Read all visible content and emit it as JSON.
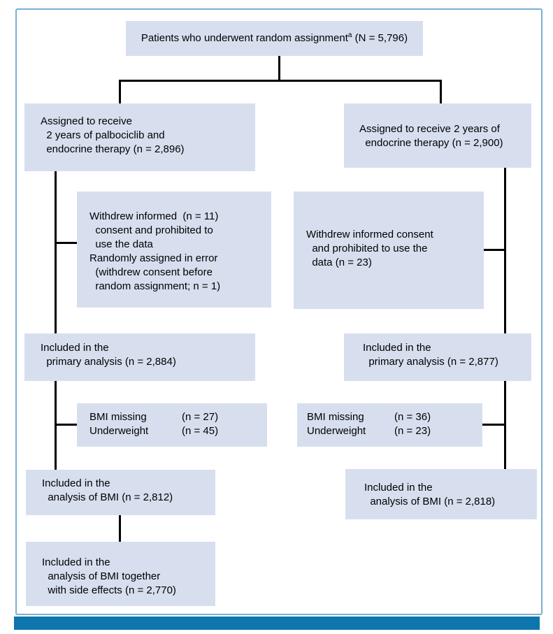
{
  "colors": {
    "box_fill": "#d7dfef",
    "frame_border": "#79b0d2",
    "bottom_bar": "#0e76ac",
    "connector": "#000000"
  },
  "top_box": {
    "text": "Patients who underwent random assignment",
    "superscript": "a",
    "suffix": " (N = 5,796)"
  },
  "left_arm": {
    "assigned": "Assigned to receive\n  2 years of palbociclib and\n  endocrine therapy (n = 2,896)",
    "withdrew": "Withdrew informed  (n = 11)\n  consent and prohibited to\n  use the data\nRandomly assigned in error\n  (withdrew consent before\n  random assignment; n = 1)",
    "primary_analysis": "Included in the\n  primary analysis (n = 2,884)",
    "exclusions": [
      {
        "label": "BMI missing",
        "value": "(n = 27)"
      },
      {
        "label": "Underweight",
        "value": "(n = 45)"
      }
    ],
    "bmi_analysis": "Included in the\n  analysis of BMI (n = 2,812)",
    "side_effects_analysis": "Included in the\n  analysis of BMI together\n  with side effects (n = 2,770)"
  },
  "right_arm": {
    "assigned": "Assigned to receive 2 years of\n  endocrine therapy (n = 2,900)",
    "withdrew": "Withdrew informed consent\n  and prohibited to use the\n  data (n = 23)",
    "primary_analysis": "Included in the\n  primary analysis (n = 2,877)",
    "exclusions": [
      {
        "label": "BMI missing",
        "value": "(n = 36)"
      },
      {
        "label": "Underweight",
        "value": "(n = 23)"
      }
    ],
    "bmi_analysis": "Included in the\n  analysis of BMI (n = 2,818)"
  }
}
